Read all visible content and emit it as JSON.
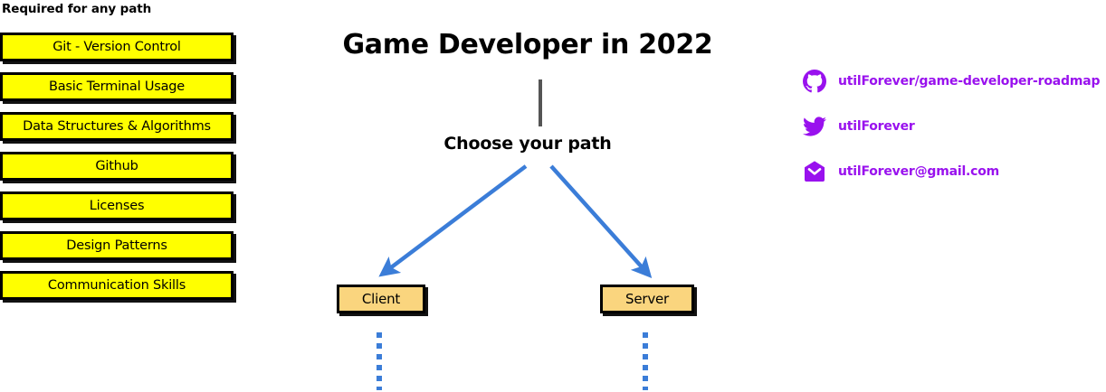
{
  "meta": {
    "accent_yellow": "#ffff00",
    "accent_amber": "#fad57e",
    "accent_blue": "#3b7dd8",
    "accent_purple": "#9911ee",
    "trunk_gray": "#555555",
    "border_black": "#000000"
  },
  "required": {
    "heading": "Required for any path",
    "items": [
      {
        "label": "Git - Version Control"
      },
      {
        "label": "Basic Terminal Usage"
      },
      {
        "label": "Data Structures & Algorithms"
      },
      {
        "label": "Github"
      },
      {
        "label": "Licenses"
      },
      {
        "label": "Design Patterns"
      },
      {
        "label": "Communication Skills"
      }
    ]
  },
  "roadmap": {
    "title": "Game Developer in 2022",
    "choose_label": "Choose your path",
    "paths": [
      {
        "label": "Client"
      },
      {
        "label": "Server"
      }
    ]
  },
  "contact": {
    "links": [
      {
        "icon": "github-icon",
        "text": "utilForever/game-developer-roadmap"
      },
      {
        "icon": "twitter-icon",
        "text": "utilForever"
      },
      {
        "icon": "email-icon",
        "text": "utilForever@gmail.com"
      }
    ]
  }
}
